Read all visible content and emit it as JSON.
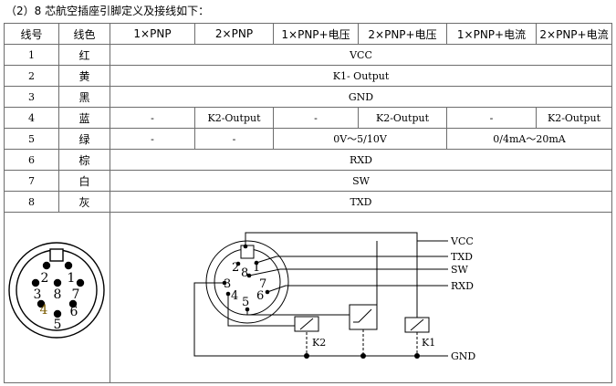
{
  "heading": "（2）8 芯航空插座引脚定义及接线如下：",
  "table": {
    "headers": [
      "线号",
      "线色",
      "1×PNP",
      "2×PNP",
      "1×PNP+电压",
      "2×PNP+电压",
      "1×PNP+电流",
      "2×PNP+电流"
    ],
    "rows": [
      {
        "no": "1",
        "color": "红",
        "value": "VCC"
      },
      {
        "no": "2",
        "color": "黄",
        "value": "K1- Output"
      },
      {
        "no": "3",
        "color": "黑",
        "value": "GND"
      },
      {
        "no": "4",
        "color": "蓝",
        "cells": [
          "-",
          "K2-Output",
          "-",
          "K2-Output",
          "-",
          "K2-Output"
        ]
      },
      {
        "no": "5",
        "color": "绿",
        "cells": [
          "-",
          "-"
        ],
        "voltage": "0V～5/10V",
        "current": "0/4mA～20mA"
      },
      {
        "no": "6",
        "color": "棕",
        "value": "RXD"
      },
      {
        "no": "7",
        "color": "白",
        "value": "SW"
      },
      {
        "no": "8",
        "color": "灰",
        "value": "TXD"
      }
    ]
  },
  "connector": {
    "pin_numbers": [
      "1",
      "2",
      "3",
      "4",
      "5",
      "6",
      "7",
      "8"
    ]
  },
  "wiring": {
    "signals": [
      "VCC",
      "TXD",
      "SW",
      "RXD",
      "GND"
    ],
    "relays": [
      "K2",
      "K1"
    ]
  }
}
